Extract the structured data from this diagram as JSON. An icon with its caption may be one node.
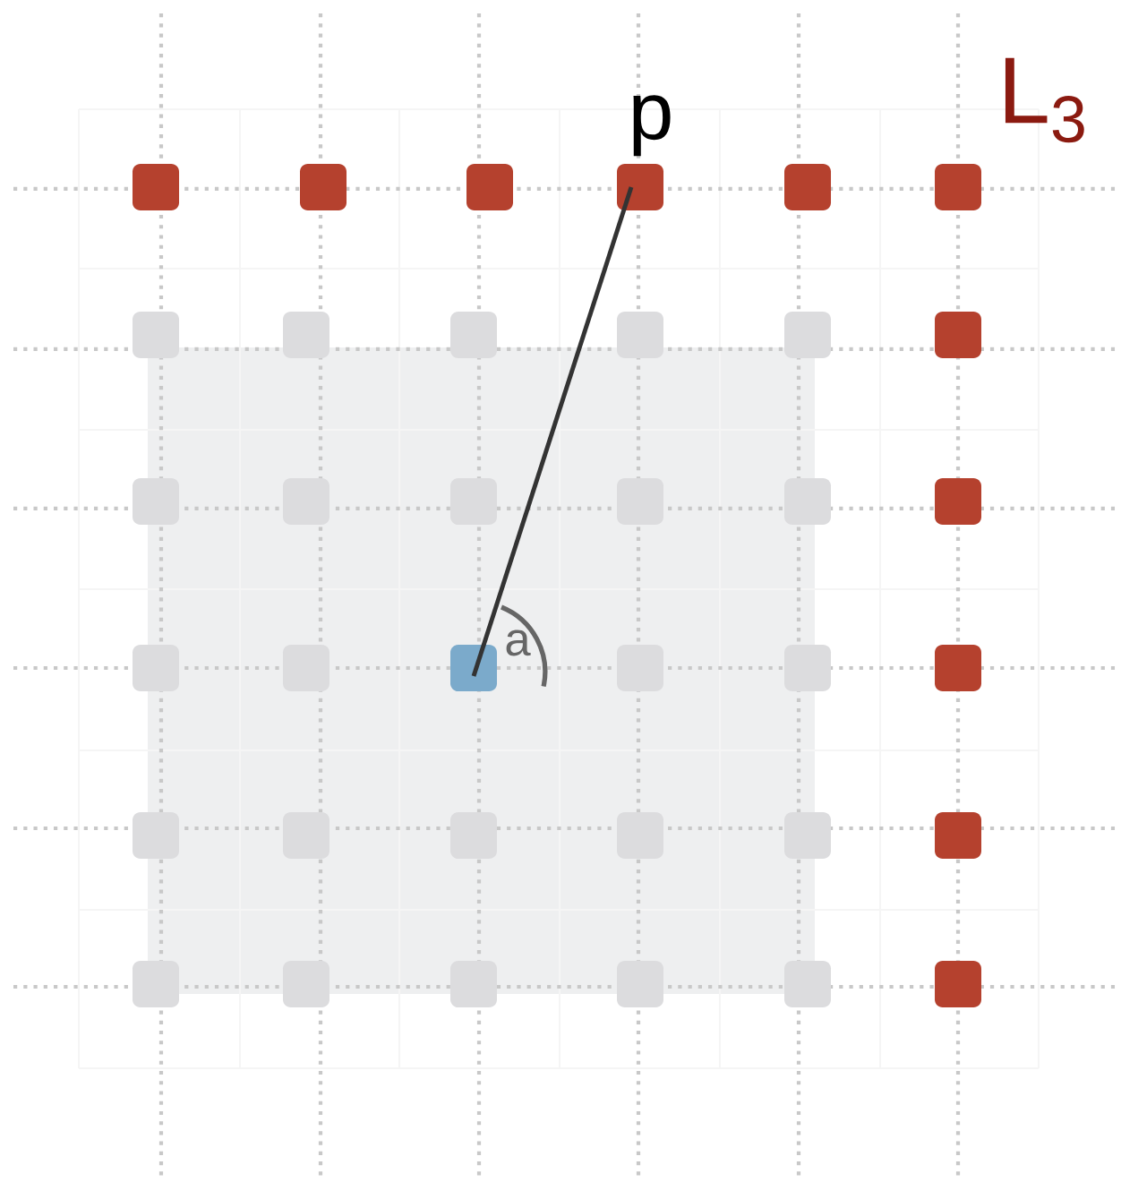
{
  "diagram": {
    "nodes": [
      {
        "text": [],
        "shape": "box"
      },
      {
        "text": [],
        "shape": "box"
      },
      {
        "text": [],
        "shape": "box"
      },
      {
        "text": [],
        "shape": "box"
      },
      {
        "text": [],
        "shape": "box"
      },
      {
        "text": [],
        "shape": "box"
      },
      {
        "text": [],
        "shape": "box"
      },
      {
        "text": [],
        "shape": "box"
      },
      {
        "text": [],
        "shape": "box"
      },
      {
        "text": [],
        "shape": "box"
      },
      {
        "text": [],
        "shape": "box"
      },
      {
        "text": [],
        "shape": "box"
      },
      {
        "text": [],
        "shape": "box"
      },
      {
        "text": [],
        "shape": "box"
      },
      {
        "text": [],
        "shape": "box"
      },
      {
        "text": [],
        "shape": "box"
      },
      {
        "text": [],
        "shape": "box"
      },
      {
        "text": [],
        "shape": "box"
      },
      {
        "text": [],
        "shape": "box"
      },
      {
        "text": [],
        "shape": "box"
      },
      {
        "text": [],
        "shape": "box"
      },
      {
        "text": [],
        "shape": "box"
      },
      {
        "text": [],
        "shape": "box"
      },
      {
        "text": [],
        "shape": "box"
      },
      {
        "text": [],
        "shape": "box"
      },
      {
        "text": [],
        "shape": "box"
      },
      {
        "text": [],
        "shape": "box"
      },
      {
        "text": [],
        "shape": "box"
      },
      {
        "text": [],
        "shape": "box"
      },
      {
        "text": [],
        "shape": "box"
      },
      {
        "text": [],
        "shape": "box"
      },
      {
        "text": [],
        "shape": "box"
      },
      {
        "text": [],
        "shape": "box"
      },
      {
        "text": [],
        "shape": "box"
      },
      {
        "text": [],
        "shape": "box"
      },
      {
        "text": [],
        "shape": "box"
      }
    ],
    "edges": [
      {
        "from": 20,
        "to": 3,
        "arrow": "none",
        "label": "p"
      }
    ],
    "labels": [
      "L$_{3}$",
      "a"
    ]
  }
}
